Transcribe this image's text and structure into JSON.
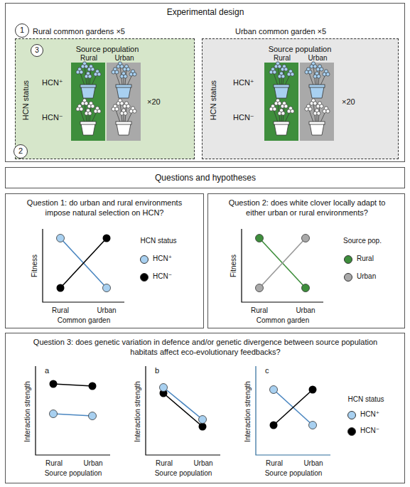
{
  "diagram": {
    "nodes": [
      {
        "text": [
          "Experimental design"
        ]
      },
      {
        "text": [
          "1"
        ],
        "in": 0
      },
      {
        "text": [
          "Rural common gardens ×5",
          "Source population",
          "Rural",
          "Urban",
          "HCN status",
          "HCN⁺",
          "HCN⁻",
          "×20"
        ],
        "in": 0
      },
      {
        "text": [
          "3"
        ],
        "in": 2
      },
      {
        "text": [
          "2"
        ],
        "in": 0
      },
      {
        "text": [
          "Urban common garden ×5",
          "Source population",
          "Rural",
          "Urban",
          "HCN status",
          "HCN⁺",
          "HCN⁻",
          "×20"
        ],
        "in": 0
      },
      {
        "text": [
          "Questions and hypotheses"
        ]
      },
      {
        "text": [
          "Question 1: do urban and rural environments impose natural selection on HCN?",
          "Fitness",
          "Rural",
          "Urban",
          "Common garden",
          "HCN status"
        ]
      },
      {
        "text": [
          "Question 2: does white clover locally adapt to either urban or rural environments?",
          "Fitness",
          "Rural",
          "Urban",
          "Common garden",
          "Source pop."
        ]
      },
      {
        "text": [
          "Question 3: does genetic variation in defence and/or genetic divergence between source population habitats affect eco-evolutionary feedbacks?",
          "a",
          "Interaction strength",
          "Rural",
          "Urban",
          "Source population",
          "b",
          "Interaction strength",
          "Rural",
          "Urban",
          "Source population",
          "c",
          "Interaction strength",
          "Rural",
          "Urban",
          "Source population",
          "HCN status"
        ]
      }
    ],
    "legend": [
      {
        "text": "HCN⁺",
        "color": "#a8d0f0"
      },
      {
        "text": "HCN⁻",
        "color": "#000000"
      },
      {
        "text": "Rural",
        "color": "#3e8e3c"
      },
      {
        "text": "Urban",
        "color": "#a9a9a9"
      },
      {
        "text": "HCN⁺",
        "color": "#a8d0f0"
      },
      {
        "text": "HCN⁻",
        "color": "#000000"
      }
    ]
  }
}
